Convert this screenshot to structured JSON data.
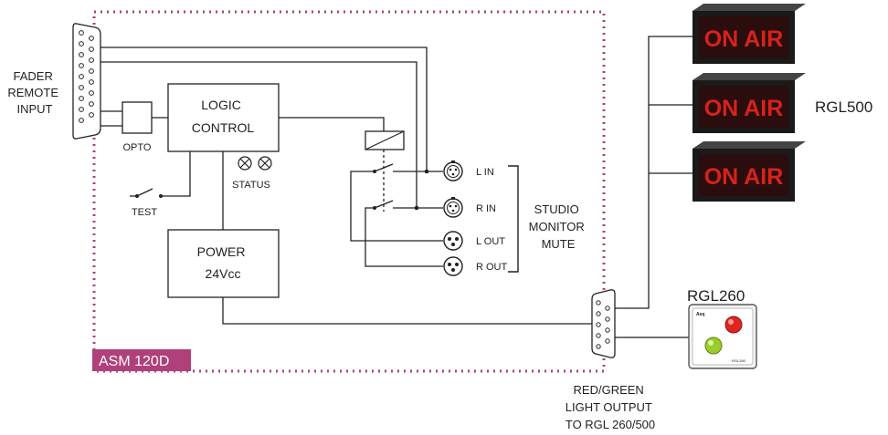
{
  "labels": {
    "fader_remote_input": [
      "FADER",
      "REMOTE",
      "INPUT"
    ],
    "opto": "OPTO",
    "logic_control": [
      "LOGIC",
      "CONTROL"
    ],
    "status": "STATUS",
    "test": "TEST",
    "power": [
      "POWER",
      "24Vcc"
    ],
    "l_in": "L IN",
    "r_in": "R IN",
    "l_out": "L OUT",
    "r_out": "R OUT",
    "studio_monitor_mute": [
      "STUDIO",
      "MONITOR",
      "MUTE"
    ],
    "device_name": "ASM 120D",
    "rgl500": "RGL500",
    "rgl260": "RGL260",
    "on_air": "ON AIR",
    "output_label": [
      "RED/GREEN",
      "LIGHT OUTPUT",
      "TO RGL 260/500"
    ],
    "panel_brand": "Aeq",
    "panel_model": "RGL260"
  },
  "colors": {
    "border_dotted": "#b0407a",
    "badge_bg": "#b0407a",
    "on_air_text": "#d7221c",
    "sign_body": "#1a1a1a"
  }
}
